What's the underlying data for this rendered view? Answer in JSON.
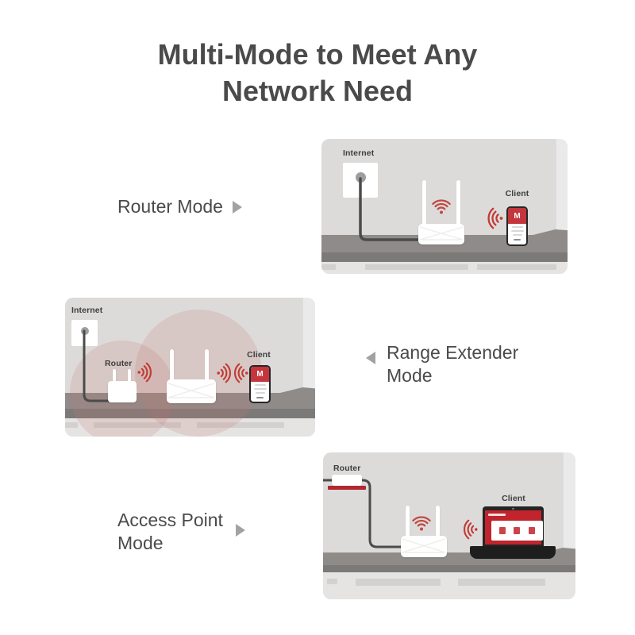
{
  "title": {
    "line1": "Multi-Mode to Meet Any",
    "line2": "Network Need"
  },
  "modes": {
    "router": {
      "label": "Router Mode"
    },
    "range_extender": {
      "line1": "Range Extender",
      "line2": "Mode"
    },
    "access_point": {
      "line1": "Access Point",
      "line2": "Mode"
    }
  },
  "scene_labels": {
    "internet": "Internet",
    "router": "Router",
    "client": "Client"
  },
  "phone": {
    "brand_letter": "M"
  },
  "colors": {
    "text_dark": "#4a4a4a",
    "arrow_gray": "#a2a2a2",
    "wall_gray": "#dcdbda",
    "table_gray": "#8e8b89",
    "wifi_red": "#c04b43",
    "waves_red": "#c23a33",
    "brand_red": "#c4353c",
    "laptop_screen_red": "#c1242c",
    "coverage_pink": "rgba(197,120,113,0.20)"
  }
}
